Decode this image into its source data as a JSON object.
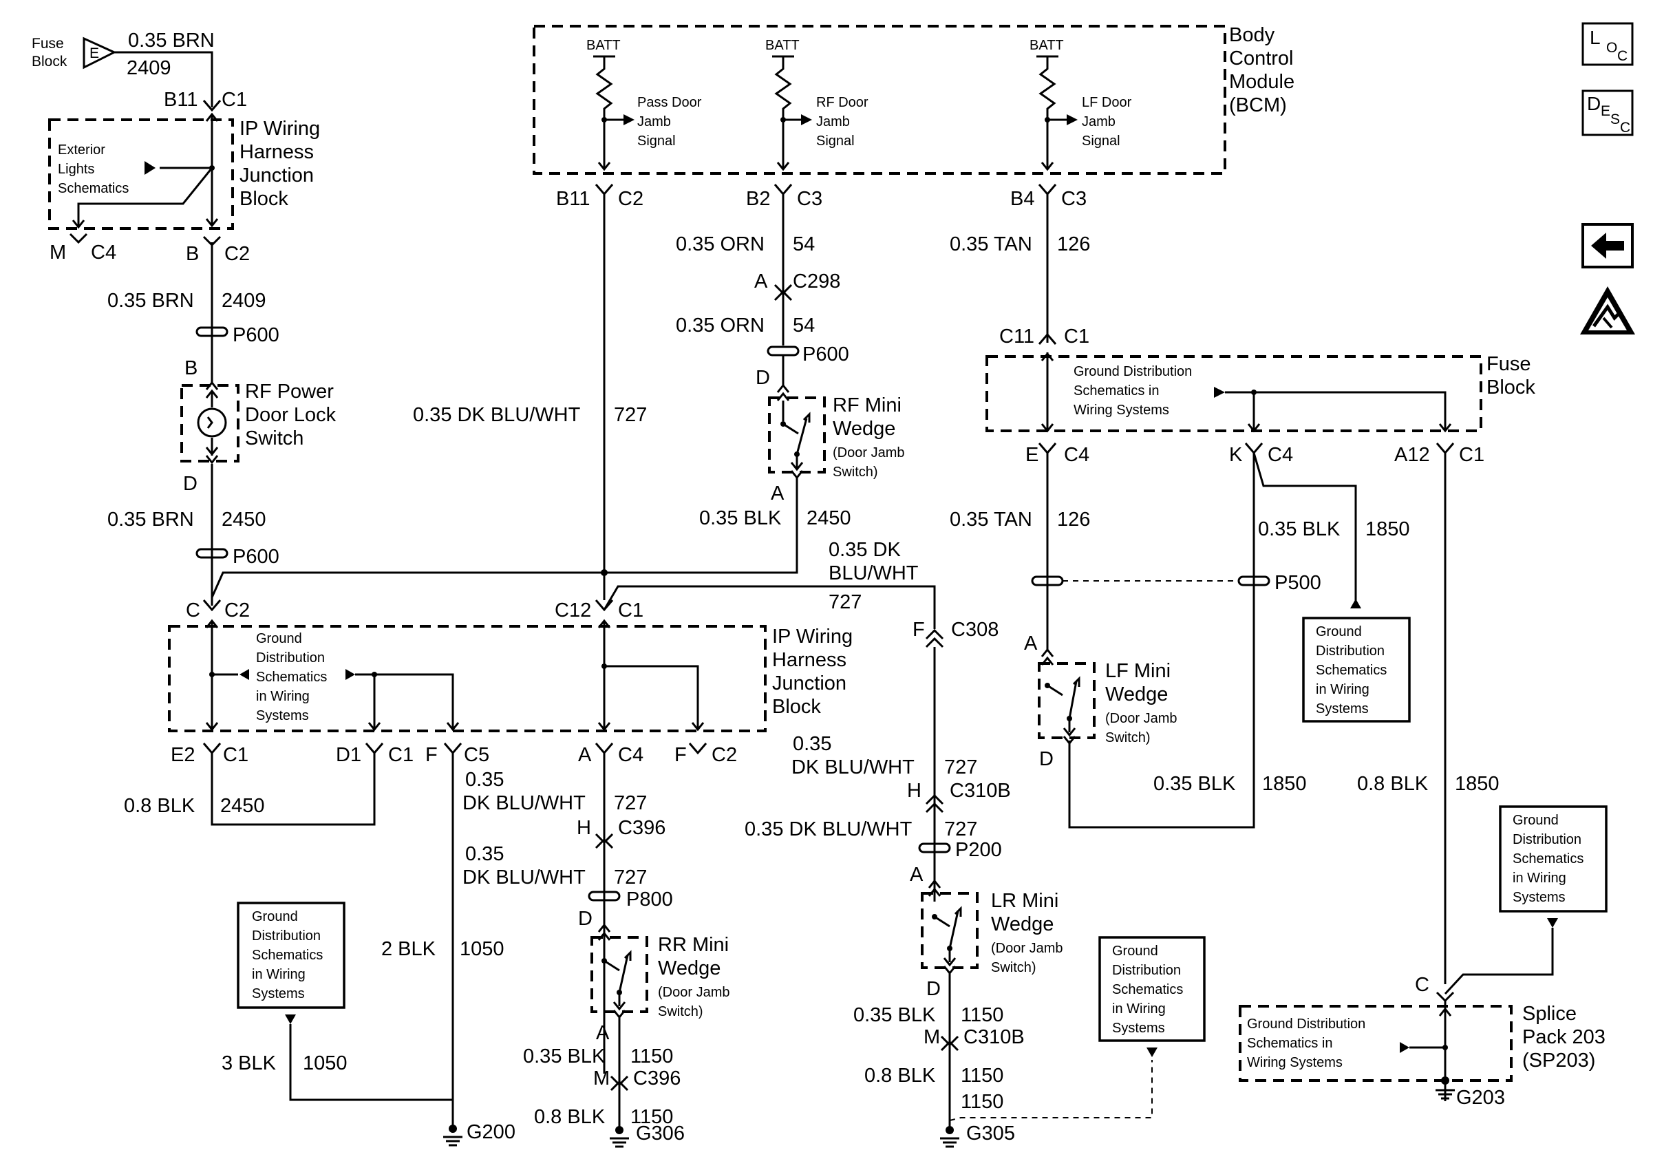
{
  "modules": {
    "fuse_block_top": {
      "lines": [
        "Fuse",
        "Block"
      ],
      "pin": "E"
    },
    "bcm": {
      "lines": [
        "Body",
        "Control",
        "Module",
        "(BCM)"
      ]
    },
    "ip_jb_top": {
      "lines": [
        "IP Wiring",
        "Harness",
        "Junction",
        "Block"
      ]
    },
    "ip_jb_mid": {
      "lines": [
        "IP Wiring",
        "Harness",
        "Junction",
        "Block"
      ]
    },
    "fuse_block_right": {
      "lines": [
        "Fuse",
        "Block"
      ]
    },
    "rf_power_door_lock": {
      "lines": [
        "RF Power",
        "Door Lock",
        "Switch"
      ]
    },
    "splice_pack": {
      "lines": [
        "Splice",
        "Pack 203",
        "(SP203)"
      ]
    }
  },
  "bcm_inputs": [
    {
      "batt": "BATT",
      "lines": [
        "Pass Door",
        "Jamb",
        "Signal"
      ],
      "pin": "B11",
      "conn": "C2"
    },
    {
      "batt": "BATT",
      "lines": [
        "RF Door",
        "Jamb",
        "Signal"
      ],
      "pin": "B2",
      "conn": "C3"
    },
    {
      "batt": "BATT",
      "lines": [
        "LF Door",
        "Jamb",
        "Signal"
      ],
      "pin": "B4",
      "conn": "C3"
    }
  ],
  "switches": {
    "rf": {
      "lines": [
        "RF Mini",
        "Wedge"
      ],
      "sub": [
        "(Door Jamb",
        "Switch)"
      ],
      "pin_top": "D",
      "pin_bot": "A"
    },
    "lf": {
      "lines": [
        "LF Mini",
        "Wedge"
      ],
      "sub": [
        "(Door Jamb",
        "Switch)"
      ],
      "pin_top": "A",
      "pin_bot": "D"
    },
    "rr": {
      "lines": [
        "RR Mini",
        "Wedge"
      ],
      "sub": [
        "(Door Jamb",
        "Switch)"
      ],
      "pin_top": "D",
      "pin_bot": "A"
    },
    "lr": {
      "lines": [
        "LR Mini",
        "Wedge"
      ],
      "sub": [
        "(Door Jamb",
        "Switch)"
      ],
      "pin_top": "A",
      "pin_bot": "D"
    }
  },
  "ref_notes": {
    "exterior_lights": [
      "Exterior",
      "Lights",
      "Schematics"
    ],
    "ground_dist_ip": [
      "Ground",
      "Distribution",
      "Schematics",
      "in Wiring",
      "Systems"
    ],
    "ground_dist_fuse": [
      "Ground Distribution",
      "Schematics in",
      "Wiring Systems"
    ],
    "ground_dist_splice": [
      "Ground Distribution",
      "Schematics in",
      "Wiring Systems"
    ],
    "ground_box_k": [
      "Ground",
      "Distribution",
      "Schematics",
      "in Wiring",
      "Systems"
    ],
    "ground_box_g203": [
      "Ground",
      "Distribution",
      "Schematics",
      "in Wiring",
      "Systems"
    ],
    "ground_box_g200": [
      "Ground",
      "Distribution",
      "Schematics",
      "in Wiring",
      "Systems"
    ],
    "ground_box_g305": [
      "Ground",
      "Distribution",
      "Schematics",
      "in Wiring",
      "Systems"
    ]
  },
  "wires": {
    "w_brn_2409_top": {
      "gauge": "0.35 BRN",
      "circuit": "2409"
    },
    "w_brn_2409": {
      "gauge": "0.35 BRN",
      "circuit": "2409"
    },
    "w_brn_2450": {
      "gauge": "0.35 BRN",
      "circuit": "2450"
    },
    "w_727_main": {
      "gauge": "0.35 DK BLU/WHT",
      "circuit": "727"
    },
    "w_orn_54_a": {
      "gauge": "0.35 ORN",
      "circuit": "54"
    },
    "w_orn_54_b": {
      "gauge": "0.35 ORN",
      "circuit": "54"
    },
    "w_blk_2450_rf": {
      "gauge": "0.35 BLK",
      "circuit": "2450"
    },
    "w_tan_126_a": {
      "gauge": "0.35 TAN",
      "circuit": "126"
    },
    "w_tan_126_b": {
      "gauge": "0.35 TAN",
      "circuit": "126"
    },
    "w_blk_1850_k": {
      "gauge": "0.35 BLK",
      "circuit": "1850"
    },
    "w_blk_1850_lf": {
      "gauge": "0.35 BLK",
      "circuit": "1850"
    },
    "w_blk_1850_a12": {
      "gauge": "0.8 BLK",
      "circuit": "1850"
    },
    "w_727_c308": {
      "gauge_lines": [
        "0.35 DK",
        "BLU/WHT"
      ],
      "circuit": "727"
    },
    "w_727_c310b": {
      "gauge_lines": [
        "0.35",
        "DK BLU/WHT"
      ],
      "circuit": "727"
    },
    "w_727_p200": {
      "gauge": "0.35 DK BLU/WHT",
      "circuit": "727"
    },
    "w_727_c396": {
      "gauge_lines": [
        "0.35",
        "DK BLU/WHT"
      ],
      "circuit": "727"
    },
    "w_727_p800": {
      "gauge_lines": [
        "0.35",
        "DK BLU/WHT"
      ],
      "circuit": "727"
    },
    "w_blk_2450_e2": {
      "gauge": "0.8 BLK",
      "circuit": "2450"
    },
    "w_blk_1050_a": {
      "gauge": "2 BLK",
      "circuit": "1050"
    },
    "w_blk_1050_b": {
      "gauge": "3 BLK",
      "circuit": "1050"
    },
    "w_blk_1150_rr_a": {
      "gauge": "0.35 BLK",
      "circuit": "1150"
    },
    "w_blk_1150_rr_b": {
      "gauge": "0.8 BLK",
      "circuit": "1150"
    },
    "w_blk_1150_lr_a": {
      "gauge": "0.35 BLK",
      "circuit": "1150"
    },
    "w_blk_1150_lr_b": {
      "gauge": "0.8 BLK",
      "circuit": "1150"
    },
    "w_blk_1150_lr_c": {
      "circuit": "1150"
    }
  },
  "connectors": {
    "b11_c1": {
      "pin": "B11",
      "conn": "C1"
    },
    "m_c4": {
      "pin": "M",
      "conn": "C4"
    },
    "b_c2": {
      "pin": "B",
      "conn": "C2"
    },
    "p600_a": {
      "name": "P600"
    },
    "p600_b": {
      "name": "P600"
    },
    "p600_c": {
      "name": "P600"
    },
    "rf_lock_b": {
      "pin": "B"
    },
    "rf_lock_d": {
      "pin": "D"
    },
    "c_c2": {
      "pin": "C",
      "conn": "C2"
    },
    "c12_c1": {
      "pin": "C12",
      "conn": "C1"
    },
    "c298": {
      "pin": "A",
      "conn": "C298"
    },
    "c11_c1": {
      "pin": "C11",
      "conn": "C1"
    },
    "e_c4": {
      "pin": "E",
      "conn": "C4"
    },
    "k_c4": {
      "pin": "K",
      "conn": "C4"
    },
    "a12_c1": {
      "pin": "A12",
      "conn": "C1"
    },
    "p500": {
      "name": "P500"
    },
    "c308": {
      "pin": "F",
      "conn": "C308"
    },
    "c310b_h": {
      "pin": "H",
      "conn": "C310B"
    },
    "c310b_m": {
      "pin": "M",
      "conn": "C310B"
    },
    "p200": {
      "name": "P200"
    },
    "e2_c1": {
      "pin": "E2",
      "conn": "C1"
    },
    "d1_c1": {
      "pin": "D1",
      "conn": "C1"
    },
    "f_c5": {
      "pin": "F",
      "conn": "C5"
    },
    "a_c4": {
      "pin": "A",
      "conn": "C4"
    },
    "f_c2": {
      "pin": "F",
      "conn": "C2"
    },
    "c396_h": {
      "pin": "H",
      "conn": "C396"
    },
    "c396_m": {
      "pin": "M",
      "conn": "C396"
    },
    "p800": {
      "name": "P800"
    },
    "sp203_c": {
      "pin": "C"
    }
  },
  "grounds": {
    "g200": "G200",
    "g306": "G306",
    "g305": "G305",
    "g203": "G203"
  },
  "nav_icons": {
    "loc": {
      "big": "L",
      "small1": "O",
      "small2": "C"
    },
    "desc": {
      "big": "D",
      "small1": "E",
      "small2": "S",
      "small3": "C"
    },
    "back": "back-arrow-icon",
    "esd": "esd-warning-icon"
  }
}
